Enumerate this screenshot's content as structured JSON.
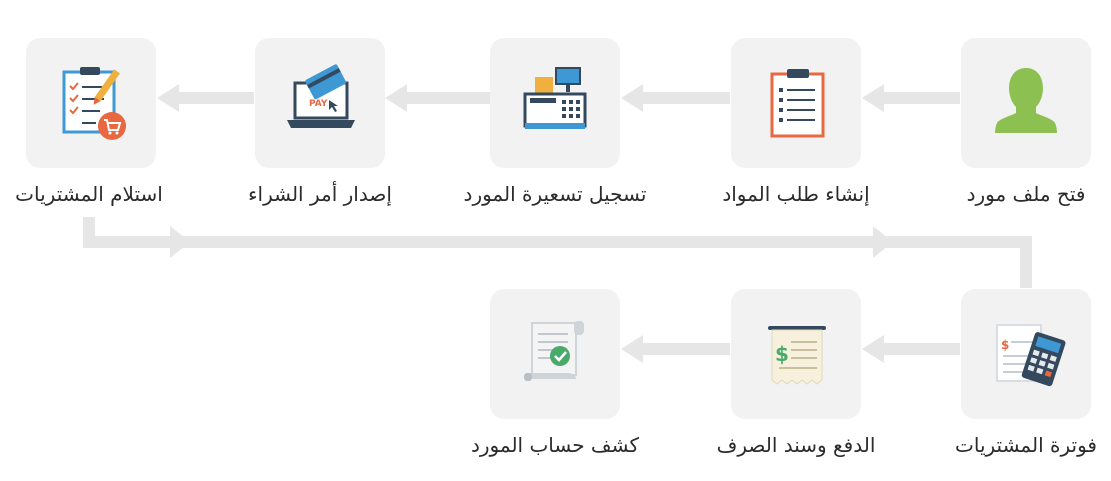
{
  "steps": [
    {
      "id": "open-supplier-file",
      "label": "فتح ملف مورد",
      "icon": "user-icon"
    },
    {
      "id": "create-material-request",
      "label": "إنشاء طلب المواد",
      "icon": "clipboard-icon"
    },
    {
      "id": "record-supplier-quote",
      "label": "تسجيل تسعيرة المورد",
      "icon": "cash-register-icon"
    },
    {
      "id": "issue-purchase-order",
      "label": "إصدار أمر الشراء",
      "icon": "laptop-payment-icon"
    },
    {
      "id": "receive-purchases",
      "label": "استلام المشتريات",
      "icon": "checklist-cart-icon"
    },
    {
      "id": "purchase-invoice",
      "label": "فوترة المشتريات",
      "icon": "invoice-calculator-icon"
    },
    {
      "id": "payment-voucher",
      "label": "الدفع وسند الصرف",
      "icon": "receipt-dollar-icon"
    },
    {
      "id": "supplier-statement",
      "label": "كشف حساب المورد",
      "icon": "statement-check-icon"
    }
  ],
  "colors": {
    "tile": "#f2f2f2",
    "arrow": "#e6e6e6",
    "text": "#2b2b2b",
    "user": "#8cc152",
    "accent": "#e8683f",
    "blue": "#3d98d4",
    "dark": "#34495e"
  }
}
